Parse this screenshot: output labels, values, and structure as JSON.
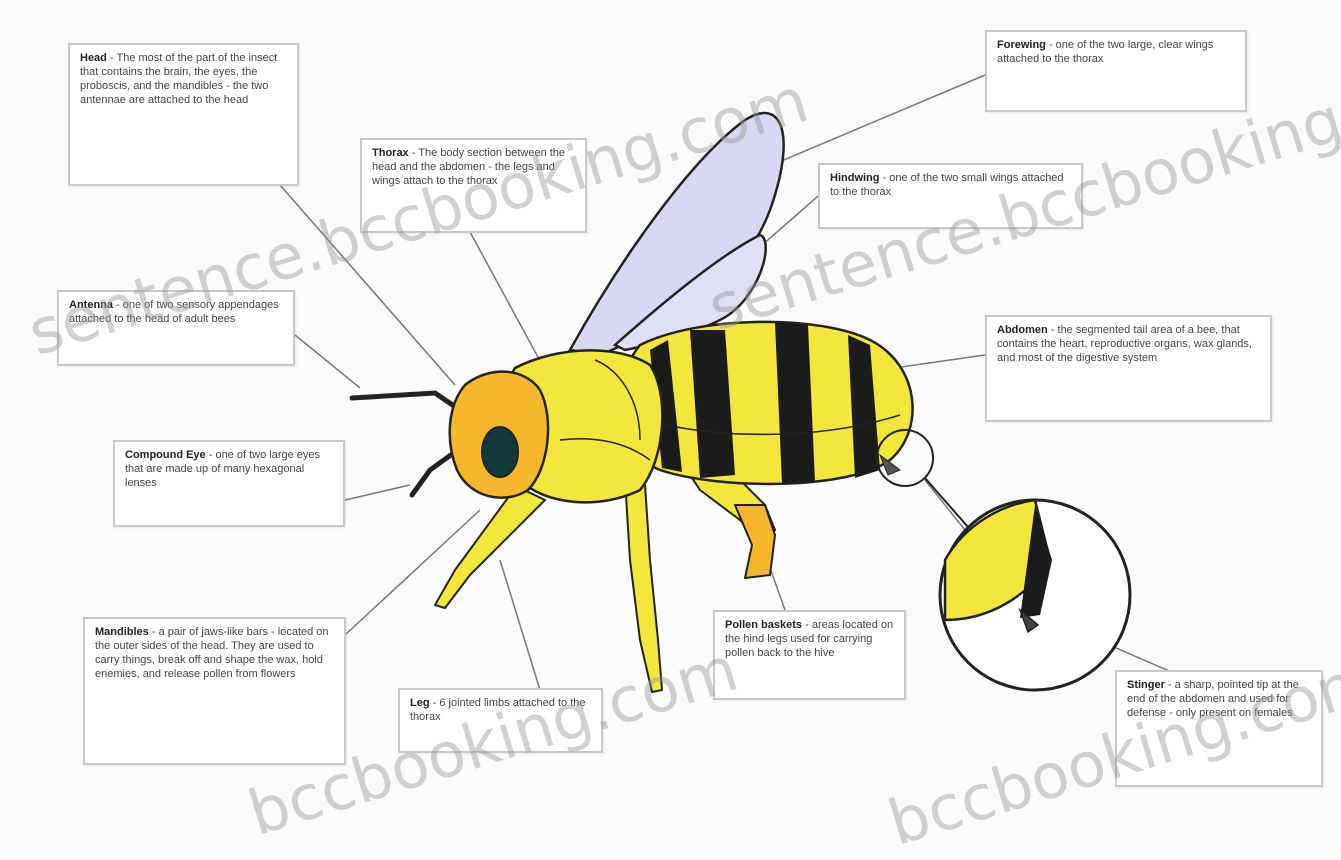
{
  "labels": {
    "head": {
      "term": "Head",
      "desc": " - The most of the part of the insect that contains the brain, the eyes, the proboscis, and the mandibles - the two antennae are attached to the head"
    },
    "thorax": {
      "term": "Thorax",
      "desc": " - The body section between the head and the abdomen - the legs and wings attach to the thorax"
    },
    "forewing": {
      "term": "Forewing",
      "desc": " - one of the two large, clear wings attached to the thorax"
    },
    "hindwing": {
      "term": "Hindwing",
      "desc": " - one of the two small wings attached to the thorax"
    },
    "antenna": {
      "term": "Antenna",
      "desc": " - one of two sensory appendages attached to the head of adult bees"
    },
    "abdomen": {
      "term": "Abdomen",
      "desc": " - the segmented tail area of a bee, that contains the heart, reproductive organs, wax glands, and most of the digestive system"
    },
    "compound_eye": {
      "term": "Compound Eye",
      "desc": " - one of two large eyes that are made up of many hexagonal lenses"
    },
    "mandibles": {
      "term": "Mandibles",
      "desc": " - a pair of jaws-like bars - located on the outer sides of the head. They are used to carry things, break off and shape the wax, hold enemies, and release pollen from flowers"
    },
    "pollen_baskets": {
      "term": "Pollen baskets",
      "desc": " - areas located on the hind legs used for carrying pollen back to the hive"
    },
    "leg": {
      "term": "Leg",
      "desc": " - 6 jointed limbs attached to the thorax"
    },
    "stinger": {
      "term": "Stinger",
      "desc": " - a sharp, pointed tip at the end of the abdomen and used for defense - only present on females"
    }
  },
  "watermarks": [
    "sentence.bccbooking.com",
    "sentence.bccbooking.com",
    "bccbooking.com",
    "bccbooking.com"
  ],
  "colors": {
    "yellow": "#f2e73a",
    "orange": "#f5b82a",
    "stripe": "#1b1b1b",
    "wing": "#d8d8f2",
    "outline": "#222222",
    "leader": "#777777"
  }
}
